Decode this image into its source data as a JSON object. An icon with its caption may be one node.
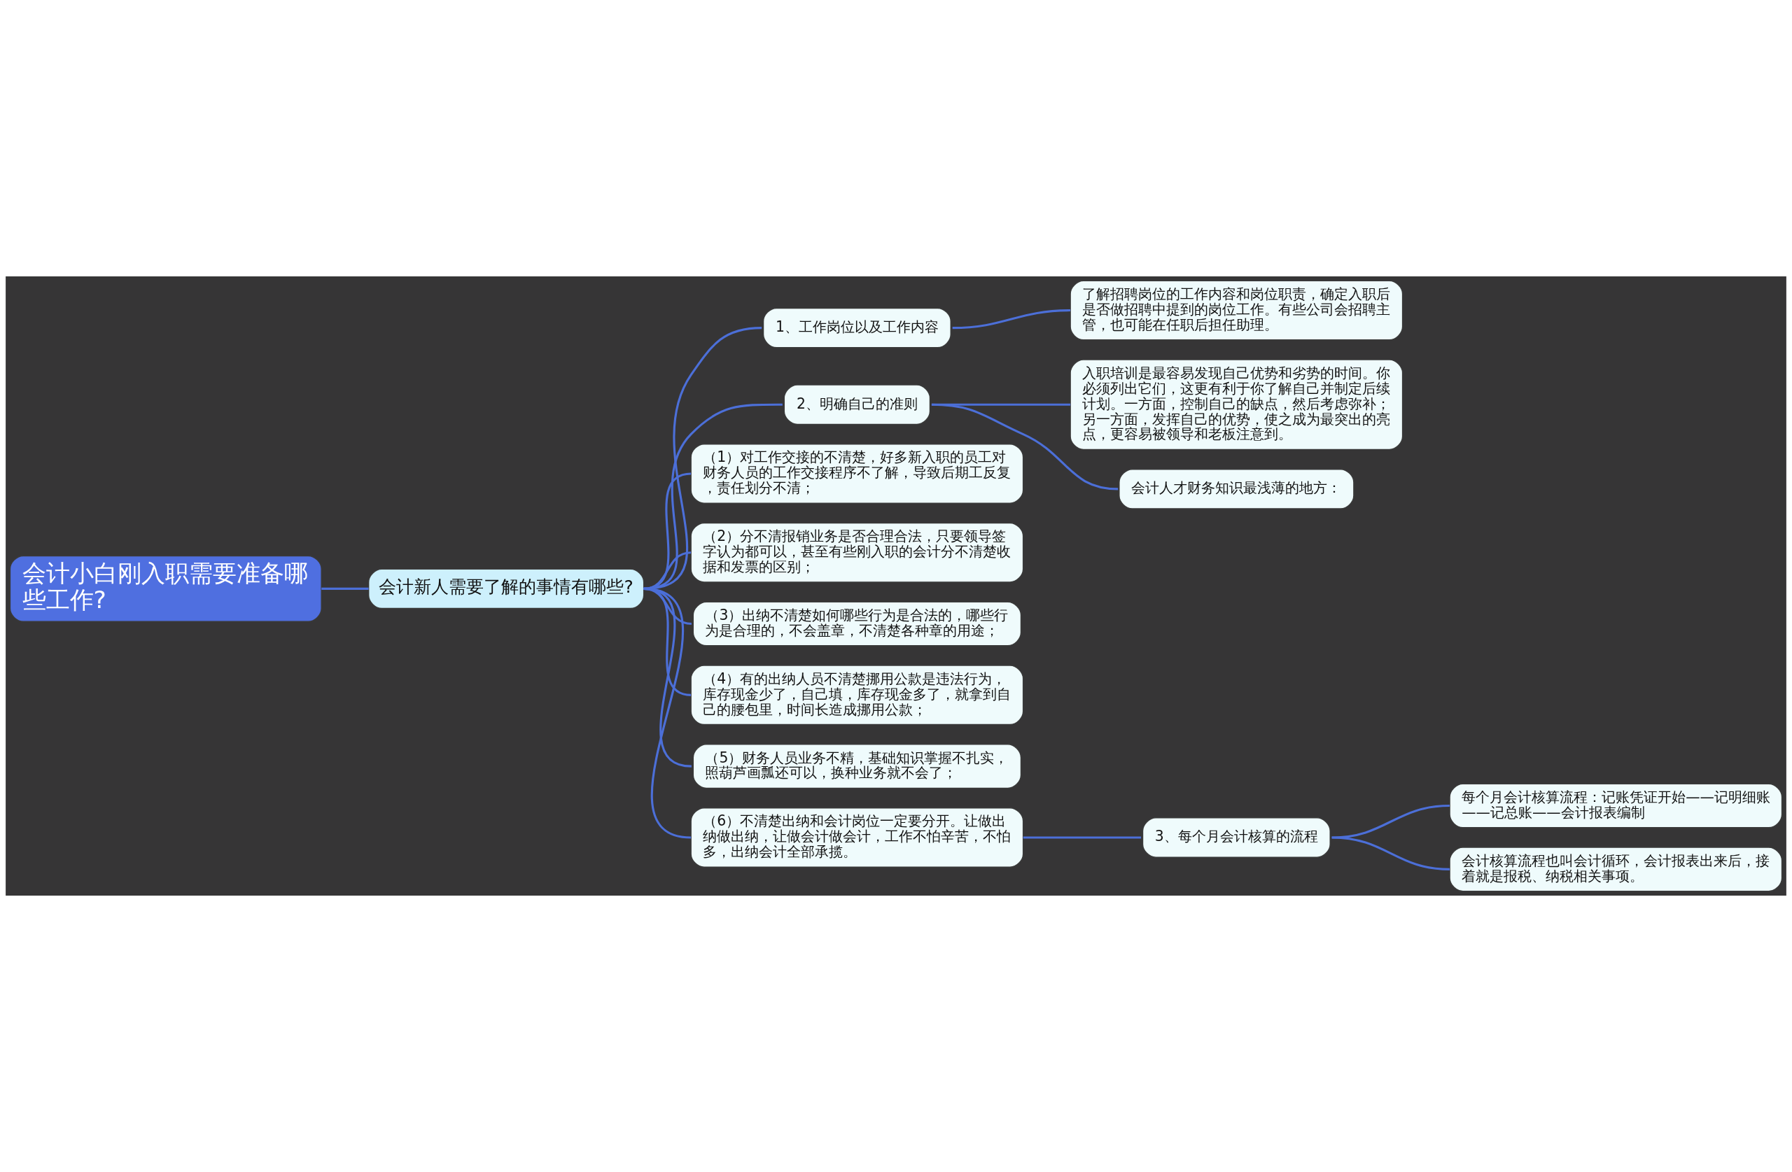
{
  "diagram": {
    "nodes": [
      {
        "text": [
          "会计小白刚入职需要准备哪些工作?"
        ]
      },
      {
        "text": [
          "会计新人需要了解的事情有哪些?"
        ]
      },
      {
        "text": [
          "1、工作岗位以及工作内容"
        ]
      },
      {
        "text": [
          "了解招聘岗位的工作内容和岗位职责，确定入职后是否做招聘中提到的岗位工作。有些公司会招聘主管，也可能在任职后担任助理。"
        ]
      },
      {
        "text": [
          "2、明确自己的准则"
        ]
      },
      {
        "text": [
          "入职培训是最容易发现自己优势和劣势的时间。你必须列出它们，这更有利于你了解自己并制定后续计划。一方面，控制自己的缺点，然后考虑弥补；另一方面，发挥自己的优势，使之成为最突出的亮点，更容易被领导和老板注意到。"
        ]
      },
      {
        "text": [
          "会计人才财务知识最浅薄的地方："
        ]
      },
      {
        "text": [
          "（1）对工作交接的不清楚，好多新入职的员工对财务人员的工作交接程序不了解，导致后期工反复，责任划分不清；"
        ]
      },
      {
        "text": [
          "（2）分不清报销业务是否合理合法，只要领导签字认为都可以，甚至有些刚入职的会计分不清楚收据和发票的区别；"
        ]
      },
      {
        "text": [
          "（3）出纳不清楚如何哪些行为是合法的，哪些行为是合理的，不会盖章，不清楚各种章的用途；"
        ]
      },
      {
        "text": [
          "（4）有的出纳人员不清楚挪用公款是违法行为，库存现金少了，自己填，库存现金多了，就拿到自己的腰包里，时间长造成挪用公款；"
        ]
      },
      {
        "text": [
          "（5）财务人员业务不精，基础知识掌握不扎实，照葫芦画瓢还可以，换种业务就不会了；"
        ]
      },
      {
        "text": [
          "（6）不清楚出纳和会计岗位一定要分开。让做出纳做出纳，让做会计做会计，工作不怕辛苦，不怕多，出纳会计全部承揽。"
        ]
      },
      {
        "text": [
          "3、每个月会计核算的流程"
        ]
      },
      {
        "text": [
          "每个月会计核算流程：记账凭证开始——记明细账——记总账——会计报表编制"
        ]
      },
      {
        "text": [
          "会计核算流程也叫会计循环，会计报表出来后，接着就是报税、纳税相关事项。"
        ]
      }
    ],
    "edges": [
      {
        "from": 0,
        "to": 1,
        "arrow": "none"
      },
      {
        "from": 1,
        "to": 2,
        "arrow": "none"
      },
      {
        "from": 2,
        "to": 3,
        "arrow": "none"
      },
      {
        "from": 1,
        "to": 4,
        "arrow": "none"
      },
      {
        "from": 4,
        "to": 5,
        "arrow": "none"
      },
      {
        "from": 4,
        "to": 6,
        "arrow": "none"
      },
      {
        "from": 1,
        "to": 7,
        "arrow": "none"
      },
      {
        "from": 1,
        "to": 8,
        "arrow": "none"
      },
      {
        "from": 1,
        "to": 9,
        "arrow": "none"
      },
      {
        "from": 1,
        "to": 10,
        "arrow": "none"
      },
      {
        "from": 1,
        "to": 11,
        "arrow": "none"
      },
      {
        "from": 1,
        "to": 12,
        "arrow": "none"
      },
      {
        "from": 12,
        "to": 13,
        "arrow": "none"
      },
      {
        "from": 13,
        "to": 14,
        "arrow": "none"
      },
      {
        "from": 13,
        "to": 15,
        "arrow": "none"
      }
    ]
  }
}
